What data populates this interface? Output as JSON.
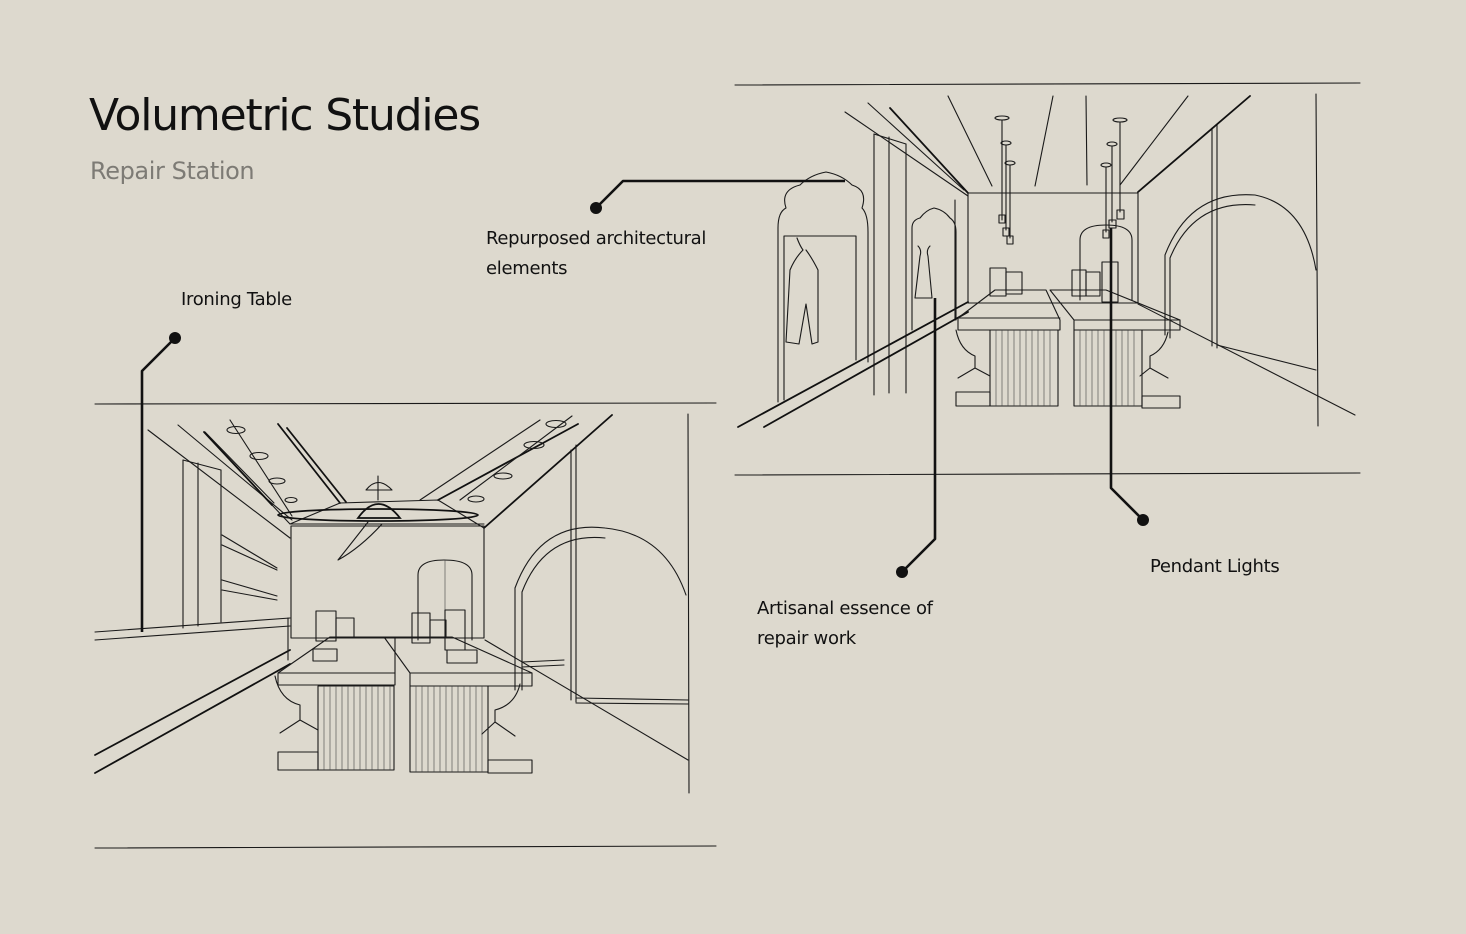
{
  "page": {
    "title": "Volumetric Studies",
    "subtitle": "Repair Station"
  },
  "annotations": [
    {
      "id": "ironing",
      "text": "Ironing Table"
    },
    {
      "id": "repurposed",
      "text": "Repurposed architectural elements"
    },
    {
      "id": "artisanal",
      "text": "Artisanal essence of repair work"
    },
    {
      "id": "pendant",
      "text": "Pendant Lights"
    }
  ],
  "colors": {
    "background": "#ddd9ce",
    "ink": "#111111",
    "subtitle": "#7d7b75"
  }
}
